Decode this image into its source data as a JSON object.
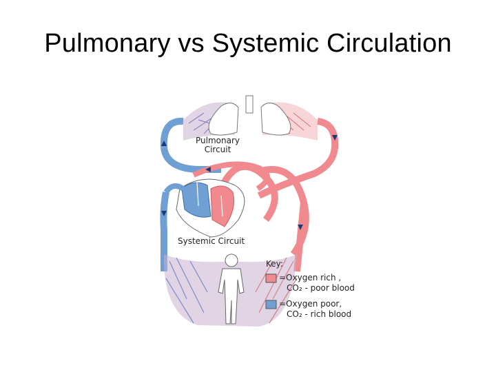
{
  "slide": {
    "title": "Pulmonary vs Systemic Circulation"
  },
  "diagram": {
    "pulmonary_label_line1": "Pulmonary",
    "pulmonary_label_line2": "Circuit",
    "systemic_label": "Systemic Circuit",
    "key": {
      "title": "Key:",
      "items": [
        {
          "line1": "=Oxygen rich ,",
          "line2": "CO₂ - poor blood",
          "color": "#f08a8f"
        },
        {
          "line1": "=Oxygen poor,",
          "line2": "CO₂ - rich blood",
          "color": "#6f9fd3"
        }
      ]
    },
    "colors": {
      "oxygen_rich": "#f08a8f",
      "oxygen_poor": "#6f9fd3",
      "capillary_mix": "#b58bb0"
    }
  }
}
